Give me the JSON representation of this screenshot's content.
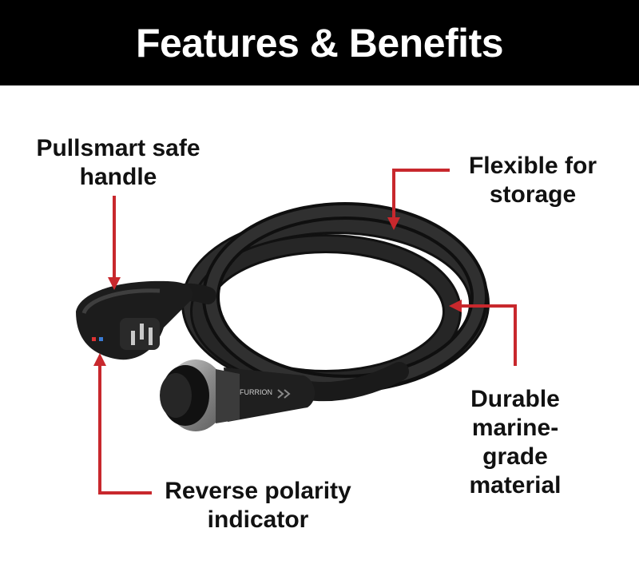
{
  "header": {
    "title": "Features & Benefits"
  },
  "callouts": {
    "handle": {
      "line1": "Pullsmart safe",
      "line2": "handle"
    },
    "storage": {
      "line1": "Flexible for",
      "line2": "storage"
    },
    "material": {
      "line1": "Durable",
      "line2": "marine-",
      "line3": "grade",
      "line4": "material"
    },
    "polarity": {
      "line1": "Reverse polarity",
      "line2": "indicator"
    }
  },
  "product": {
    "brand_text": "FURRION"
  },
  "colors": {
    "header_bg": "#000000",
    "header_text": "#ffffff",
    "arrow": "#c8282d",
    "cable": "#1f1f1f",
    "connector_ring": "#9a9a9a"
  }
}
